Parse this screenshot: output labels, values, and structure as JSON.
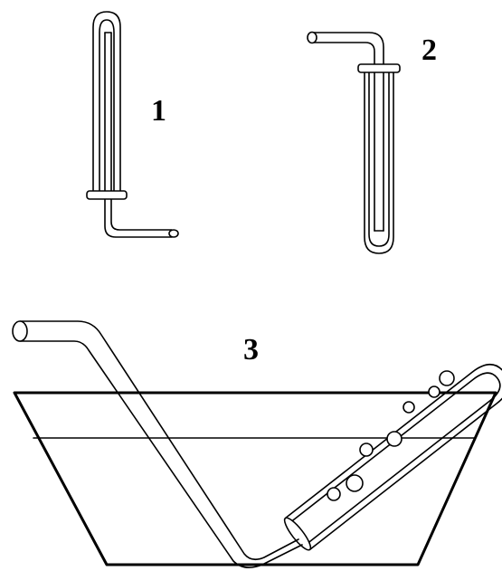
{
  "labels": {
    "setup_1": "1",
    "setup_2": "2",
    "setup_3": "3"
  },
  "colors": {
    "ink": "#000000",
    "background": "#ffffff"
  }
}
